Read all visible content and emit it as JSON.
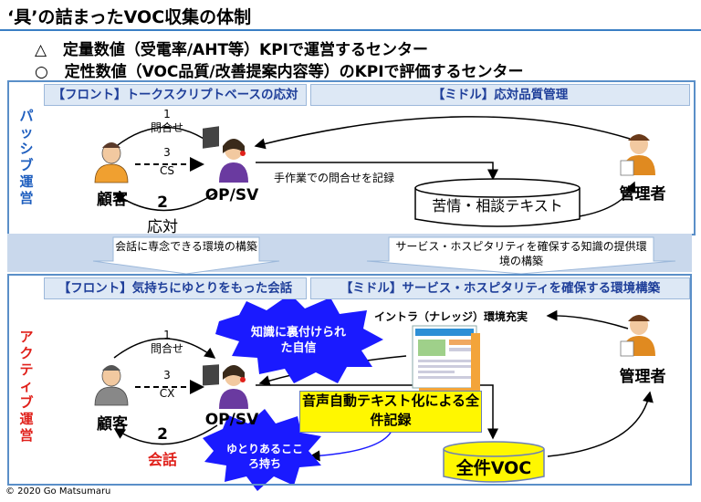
{
  "title": "‘具’の詰まったVOC収集の体制",
  "bullets": [
    {
      "mark": "△",
      "text": "定量数値（受電率/AHT等）KPIで運営するセンター"
    },
    {
      "mark": "○",
      "text": "定性数値（VOC品質/改善提案内容等）のKPIで評価するセンター"
    }
  ],
  "passive": {
    "label": "パッシブ運営",
    "front_header": "【フロント】トークスクリプトベースの応対",
    "middle_header": "【ミドル】応対品質管理",
    "customer": "顧客",
    "op": "OP/SV",
    "manager": "管理者",
    "step1_num": "1",
    "step1_text": "問合せ",
    "step3_num": "3",
    "step3_text": "CS",
    "step2_num": "2",
    "step2_text": "応対",
    "manual_record": "手作業での問合せを記録",
    "db": "苦情・相談テキスト"
  },
  "transitions": {
    "left": "会話に専念できる環境の構築",
    "right": "サービス・ホスピタリティを確保する知識の提供環境の構築"
  },
  "active": {
    "label": "アクティブ運営",
    "front_header": "【フロント】気持ちにゆとりをもった会話",
    "middle_header": "【ミドル】サービス・ホスピタリティを確保する環境構築",
    "customer": "顧客",
    "op": "OP/SV",
    "manager": "管理者",
    "step1_num": "1",
    "step1_text": "問合せ",
    "step3_num": "3",
    "step3_text": "CX",
    "step2_num": "2",
    "step2_text": "会話",
    "intranet": "イントラ（ナレッジ）環境充実",
    "burst1": "知識に裏付けられた自信",
    "burst2": "ゆとりあるこころ持ち",
    "auto_text": "音声自動テキスト化による全件記録",
    "db": "全件VOC"
  },
  "copyright": "© 2020 Go Matsumaru",
  "colors": {
    "accent_blue": "#1f3f9a",
    "passive_label": "#1f5fbf",
    "active_label": "#e0201a",
    "burst": "#1a1aff",
    "highlight": "#fff700"
  }
}
